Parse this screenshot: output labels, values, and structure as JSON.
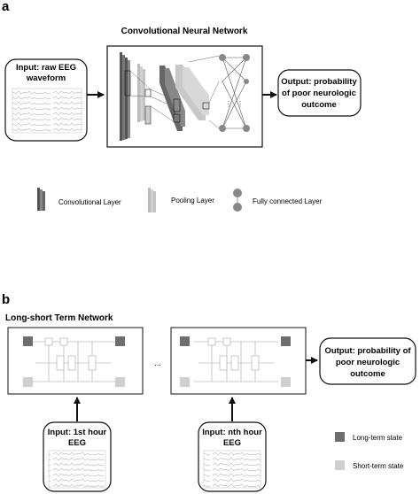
{
  "panel_a": {
    "letter": "a",
    "title": "Convolutional Neural Network",
    "input_label": "Input: raw EEG waveform",
    "output_label": "Output: probability of poor neurologic outcome",
    "legend": {
      "conv": "Convolutional Layer",
      "pool": "Pooling Layer",
      "fc": "Fully connected Layer"
    },
    "dots": "· · ·"
  },
  "panel_b": {
    "letter": "b",
    "title": "Long-short Term Network",
    "ellipsis": "...",
    "input_first": "Input: 1st hour EEG",
    "input_nth": "Input: nth hour EEG",
    "output_label": "Output: probability of poor neurologic outcome",
    "legend": {
      "long": "Long-term state",
      "short": "Short-term state"
    }
  },
  "colors": {
    "conv": "#7a7a7a",
    "pool": "#c8c8c8",
    "long_state": "#6e6e6e",
    "short_state": "#cfcfcf",
    "line": "#222222"
  }
}
